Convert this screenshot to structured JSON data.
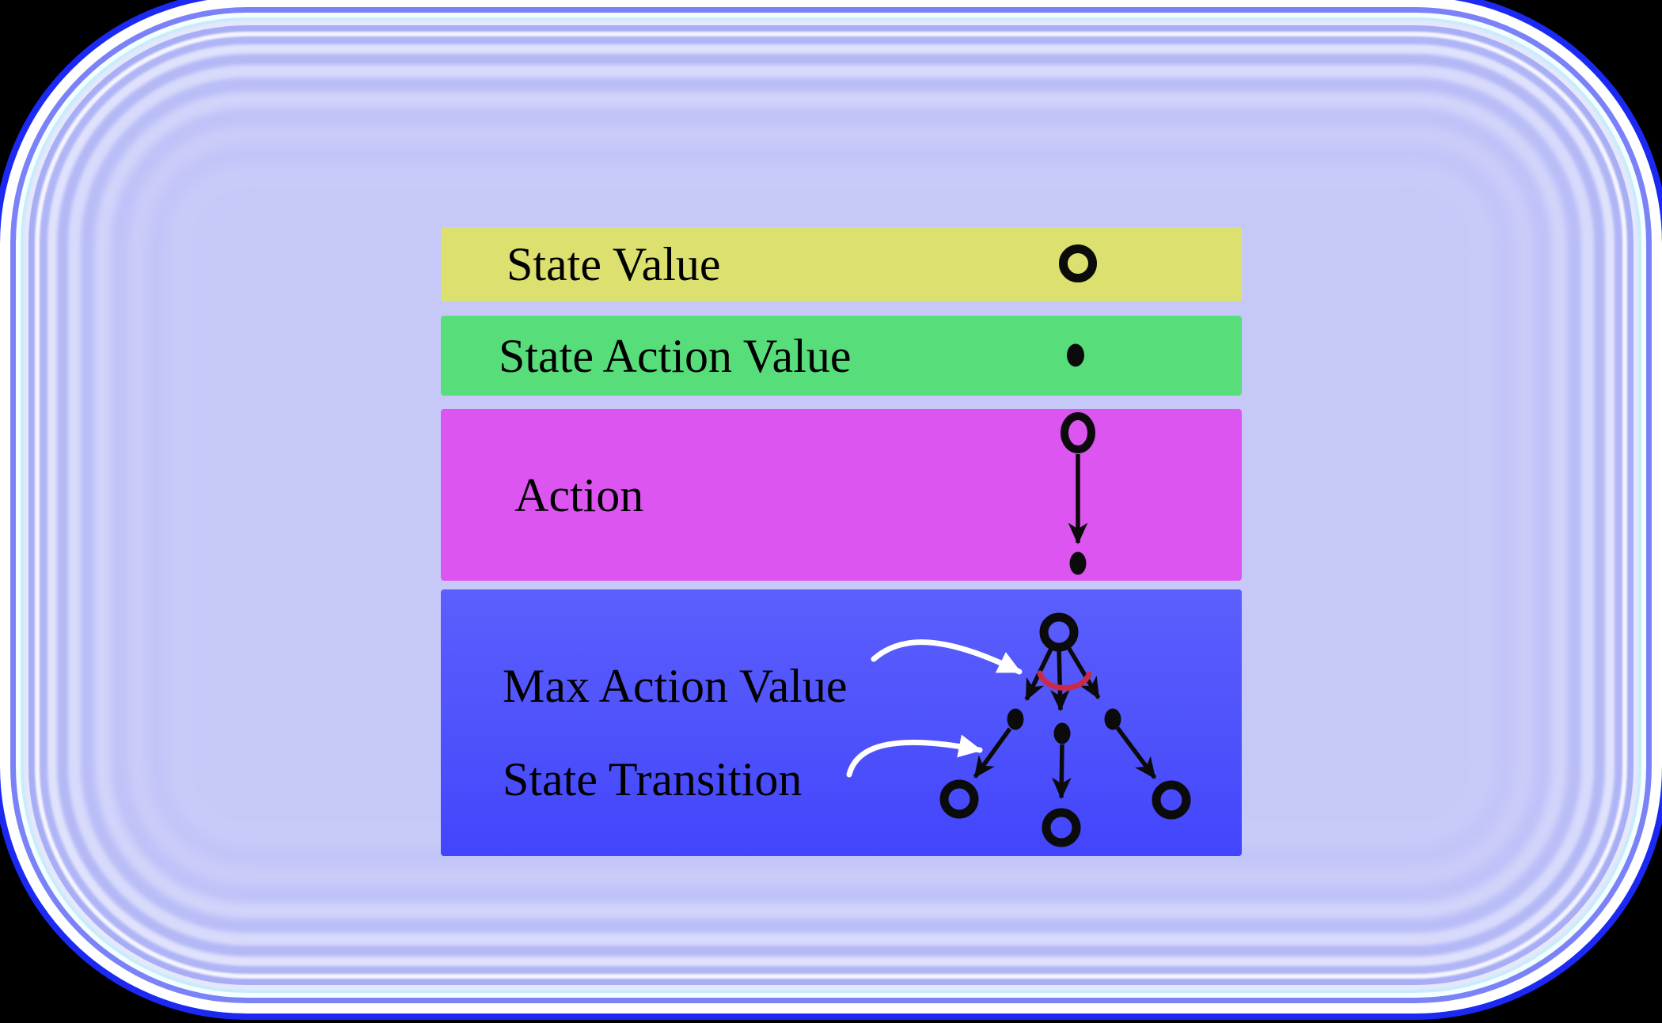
{
  "legend": {
    "state_value": {
      "label": "State Value",
      "symbol": "open-circle"
    },
    "state_action_value": {
      "label": "State Action Value",
      "symbol": "filled-dot"
    },
    "action": {
      "label": "Action",
      "symbol": "circle-arrow-to-dot"
    },
    "max_action_value": {
      "label": "Max Action Value",
      "symbol": "red-arc-over-actions"
    },
    "state_transition": {
      "label": "State Transition",
      "symbol": "dot-arrow-to-circle"
    }
  },
  "colors": {
    "band_state_value": "#dce06e",
    "band_state_action_value": "#58dd7b",
    "band_action": "#dd55f0",
    "band_backup_top": "#5b5ffc",
    "band_backup_bottom": "#4245fc",
    "node_black": "#0b0b0b",
    "max_arc_red": "#c92a4c",
    "annotation_arrow_white": "#ffffff",
    "frame_center_lavender": "#c6c8f8",
    "frame_ring_blue": "#7b82f7",
    "frame_outer_blue": "#1b29f2",
    "page_background": "#000000",
    "text_black": "#000000"
  }
}
